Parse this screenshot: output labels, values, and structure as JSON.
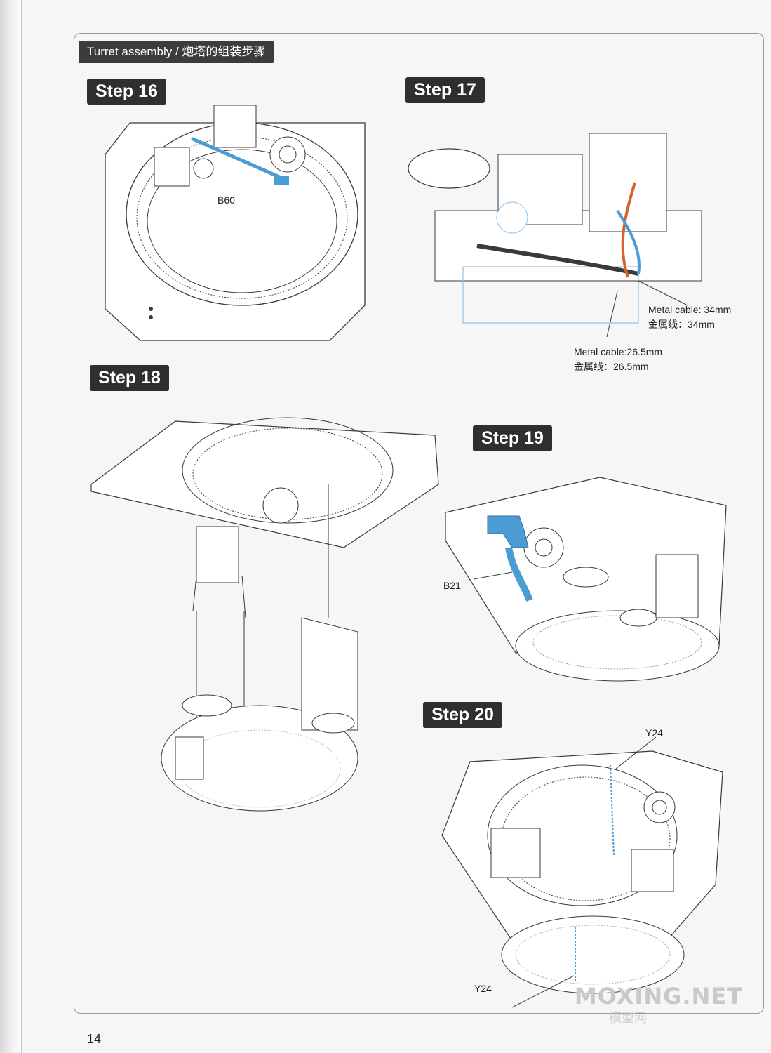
{
  "header": {
    "title": "Turret assembly / 炮塔的组装步骤"
  },
  "steps": [
    {
      "label": "Step 16",
      "callouts": [
        "B60"
      ]
    },
    {
      "label": "Step 17",
      "callouts": [
        "Metal cable: 34mm",
        "金属线：34mm",
        "Metal cable:26.5mm",
        "金属线：26.5mm"
      ]
    },
    {
      "label": "Step 18",
      "callouts": []
    },
    {
      "label": "Step 19",
      "callouts": [
        "B21"
      ]
    },
    {
      "label": "Step 20",
      "callouts": [
        "Y24",
        "Y24"
      ]
    }
  ],
  "colors": {
    "part_highlight": "#4b9cd3",
    "cable_orange": "#d9622b",
    "ink": "#3a3a3a",
    "badge": "#2f2f2f"
  },
  "page_number": "14",
  "watermark": {
    "text": "MOXING.NET",
    "sub": "模型网"
  }
}
